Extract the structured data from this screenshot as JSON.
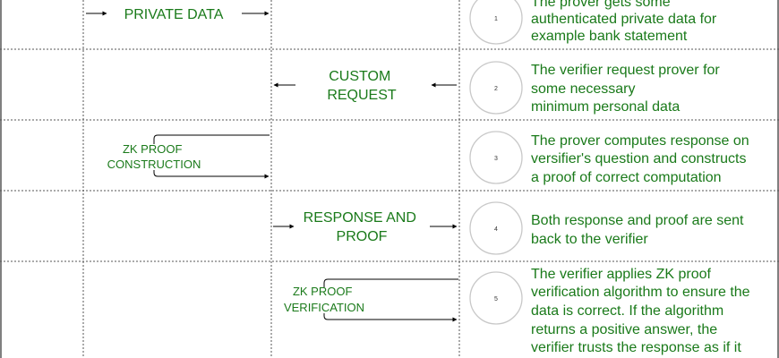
{
  "steps": [
    {
      "number": "1",
      "description": [
        "The prover gets some",
        "authenticated private data for",
        "example bank statement"
      ]
    },
    {
      "number": "2",
      "description": [
        "The verifier request prover for",
        "some necessary",
        "minimum personal data"
      ]
    },
    {
      "number": "3",
      "description": [
        "The prover computes response on",
        "versifier's question and constructs",
        "a proof of correct computation"
      ]
    },
    {
      "number": "4",
      "description": [
        "Both response and proof are sent",
        "back to the verifier"
      ]
    },
    {
      "number": "5",
      "description": [
        "The verifier applies ZK proof",
        "verification algorithm to ensure the",
        "data is correct. If the algorithm",
        "returns a positive answer, the",
        "verifier trusts the response as if it"
      ]
    }
  ],
  "labels": {
    "private_data": [
      "PRIVATE DATA"
    ],
    "custom_request": [
      "CUSTOM",
      "REQUEST"
    ],
    "zk_construction": [
      "ZK PROOF",
      "CONSTRUCTION"
    ],
    "response_proof": [
      "RESPONSE AND",
      "PROOF"
    ],
    "zk_verification": [
      "ZK PROOF",
      "VERIFICATION"
    ]
  },
  "colors": {
    "text_green": "#1a7a1a",
    "circle_border": "#c8c8c8",
    "grid": "#555555"
  }
}
